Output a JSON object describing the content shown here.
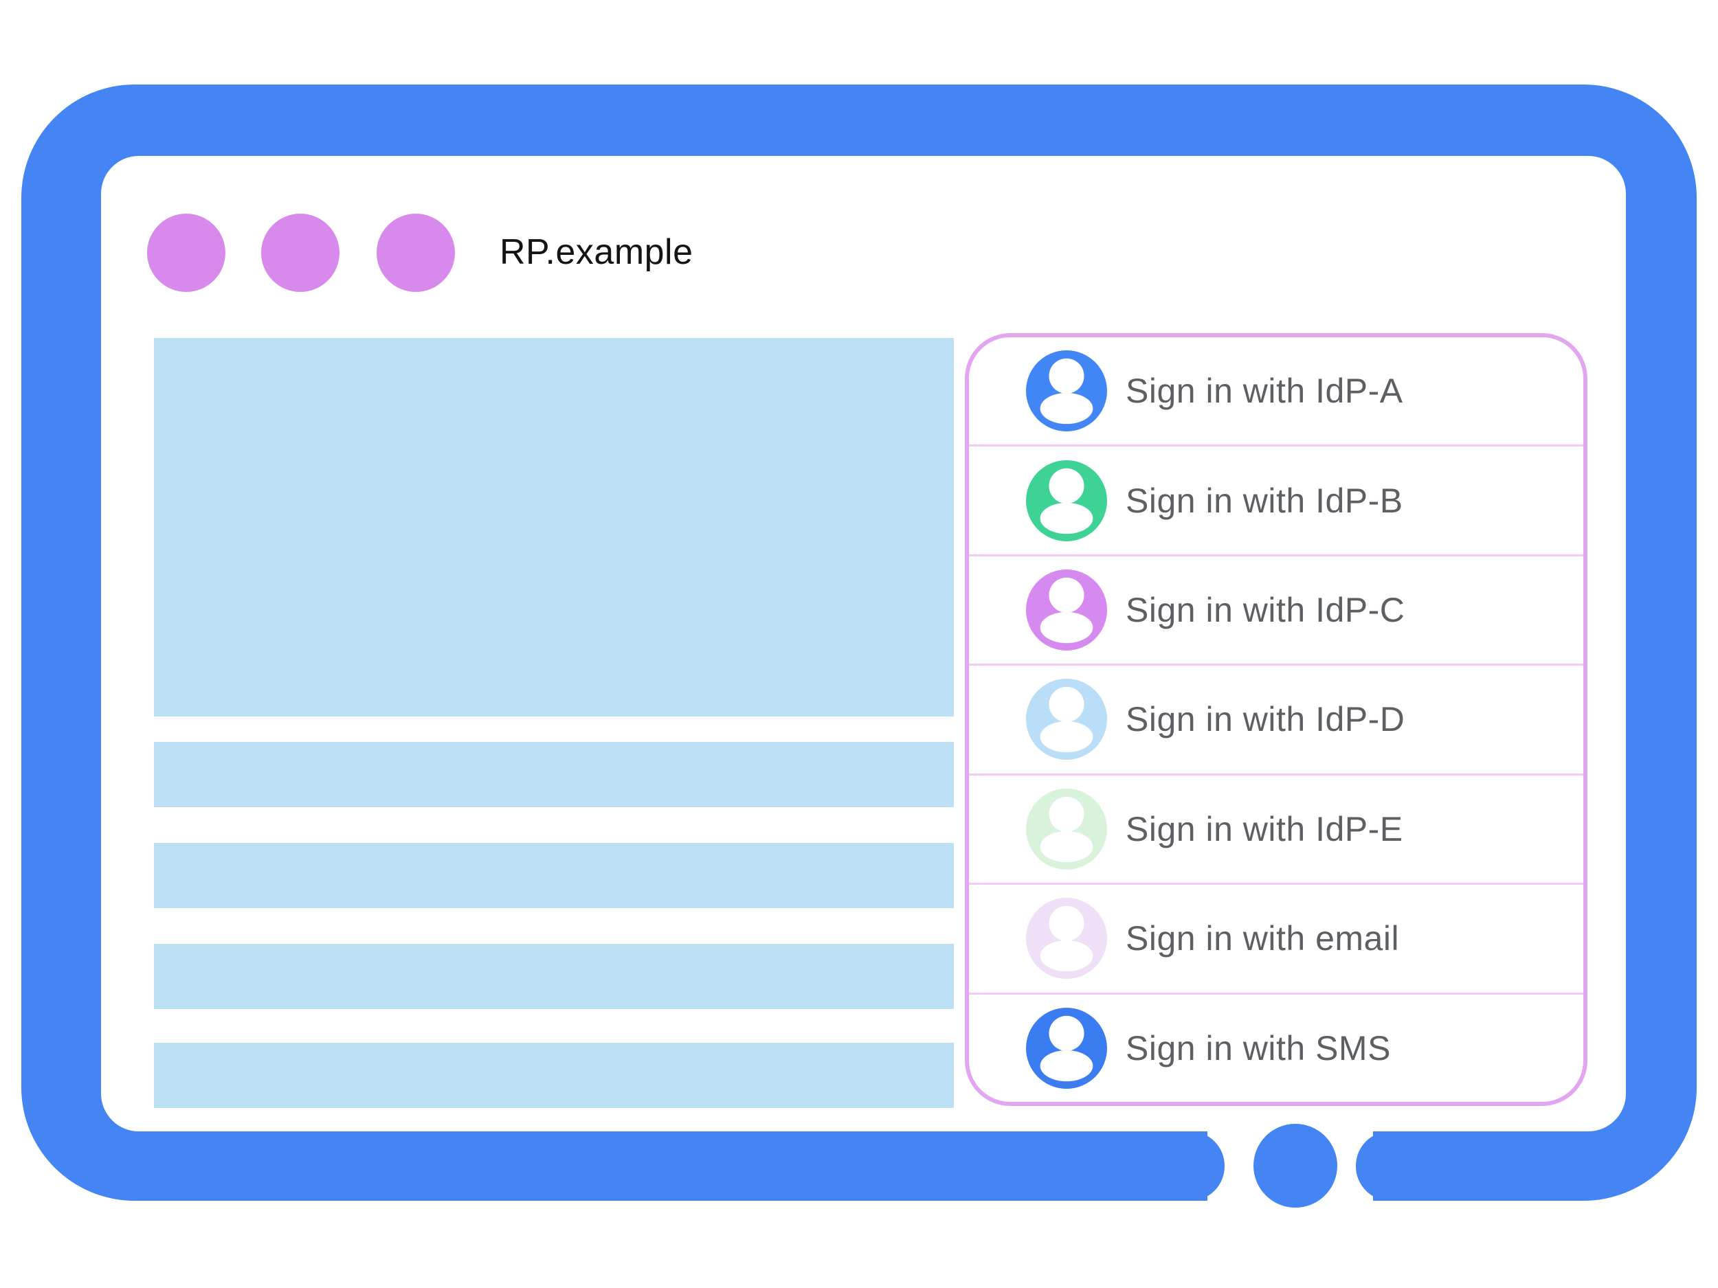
{
  "colors": {
    "frame-blue": "#4484F3",
    "window-dot-purple": "#D889EC",
    "placeholder-blue": "#BDE0F4",
    "dialog-border-pink": "#E2A6F1",
    "dialog-divider-pink": "#F1CBF6",
    "option-text-gray": "#5C5F63",
    "title-black": "#141416"
  },
  "window": {
    "title": "RP.example",
    "controls_count": 3
  },
  "signin_dialog": {
    "options": [
      {
        "id": "idp-a",
        "label": "Sign in with IdP-A",
        "avatar_color": "#4285F4",
        "icon": "person-avatar-icon"
      },
      {
        "id": "idp-b",
        "label": "Sign in with IdP-B",
        "avatar_color": "#3FD295",
        "icon": "person-avatar-icon"
      },
      {
        "id": "idp-c",
        "label": "Sign in with IdP-C",
        "avatar_color": "#D689EF",
        "icon": "person-avatar-icon"
      },
      {
        "id": "idp-d",
        "label": "Sign in with IdP-D",
        "avatar_color": "#BADEF7",
        "icon": "person-avatar-icon"
      },
      {
        "id": "idp-e",
        "label": "Sign in with IdP-E",
        "avatar_color": "#D8F2DC",
        "icon": "person-avatar-icon"
      },
      {
        "id": "email",
        "label": "Sign in with email",
        "avatar_color": "#EFDFF7",
        "icon": "person-avatar-icon"
      },
      {
        "id": "sms",
        "label": "Sign in with SMS",
        "avatar_color": "#3C7CF1",
        "icon": "person-avatar-icon"
      }
    ]
  }
}
